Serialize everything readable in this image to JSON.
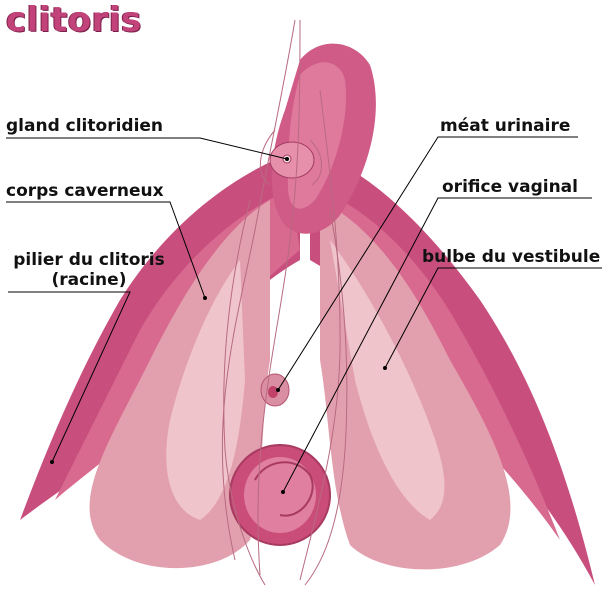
{
  "title": "clitoris",
  "labels": {
    "gland": "gland clitoridien",
    "corps": "corps caverneux",
    "pilier_line1": "pilier du clitoris",
    "pilier_line2": "(racine)",
    "meat": "méat urinaire",
    "orifice": "orifice vaginal",
    "bulbe": "bulbe du vestibule"
  },
  "colors": {
    "title": "#c2427a",
    "body_dark": "#c8507e",
    "body_mid": "#db6e93",
    "bulb": "#e4a3b0",
    "bulb_light": "#efc6cc",
    "line": "#000000"
  }
}
